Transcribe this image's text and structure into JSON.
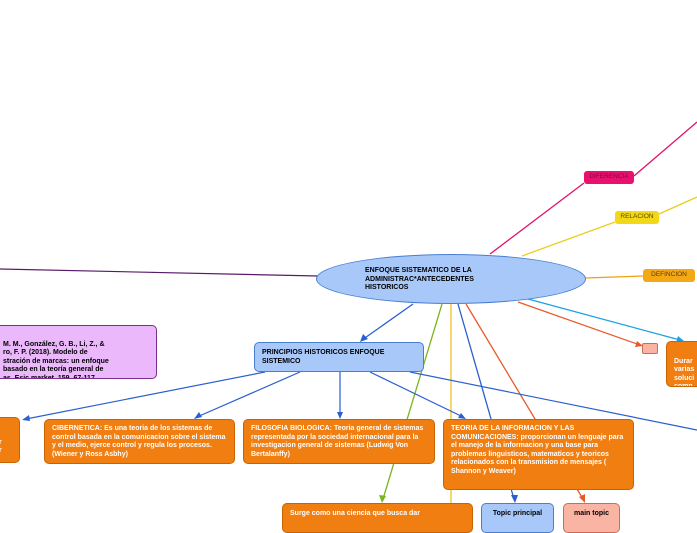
{
  "central": {
    "title": "ENFOQUE SISTEMATICO DE LA ADMINISTRAC*ANTECEDENTES HISTORICOS"
  },
  "labels": {
    "diferencia": "DIFERENCIA",
    "relacion": "RELACION",
    "definicion": "DEFINCION"
  },
  "principios": {
    "title": "PRINCIPIOS HISTORICOS ENFOQUE SISTEMICO"
  },
  "reference": {
    "text": "M. M., González, G. B., Li, Z., &\nro, F. P. (2018). Modelo de\nstración de marcas: un enfoque\nbasado en la teoría general de\nas. Esic market, 159, 67-117."
  },
  "cibernetica": {
    "text": "CIBERNETICA: Es una teoria de los sistemas de control basada en la comunicacion sobre el sistema y el medio, ejerce control y regula los procesos. (Wiener y Ross Asbhy)"
  },
  "filosofia": {
    "text": "FILOSOFIA BIOLOGICA: Teoria general de sistemas representada por la sociedad internacional para la investigacion general de sistemas (Ludwig Von Bertalanffy)"
  },
  "teoria_info": {
    "text": "TEORIA DE LA INFORMACION Y LAS COMUNICACIONES: proporcionan un lenguaje para el manejo de la informacion y una base para problemas linguisticos, matematicos y teoricos relacionados con la transmision de mensajes ( Shannon y Weaver)"
  },
  "surge": {
    "text": "Surge como una ciencia que busca dar"
  },
  "topic_principal": {
    "text": "Topic principal"
  },
  "main_topic": {
    "text": "main topic"
  },
  "durante": {
    "text": "Durar\nvarias\nsoluci\ncomp"
  },
  "left_orange": {
    "text": "r\nr"
  }
}
